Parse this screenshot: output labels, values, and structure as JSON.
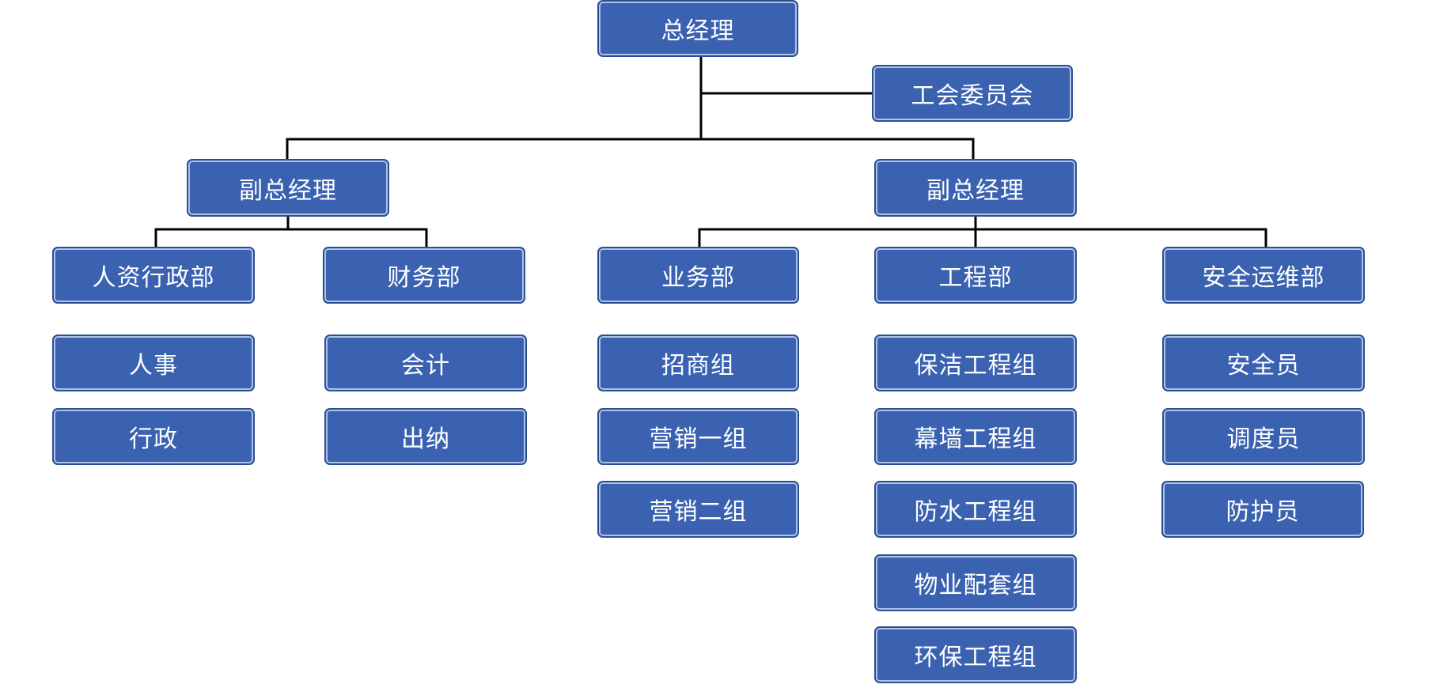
{
  "colors": {
    "node_fill": "#3a62b0",
    "node_border": "#2c4f94",
    "node_inner_border": "#aec3e6",
    "node_text": "#ffffff",
    "connector": "#000000",
    "background": "#ffffff"
  },
  "org_chart": {
    "general_manager": "总经理",
    "union_committee": "工会委员会",
    "deputy_left": {
      "title": "副总经理",
      "departments": [
        {
          "name": "人资行政部",
          "groups": [
            "人事",
            "行政"
          ]
        },
        {
          "name": "财务部",
          "groups": [
            "会计",
            "出纳"
          ]
        }
      ]
    },
    "deputy_right": {
      "title": "副总经理",
      "departments": [
        {
          "name": "业务部",
          "groups": [
            "招商组",
            "营销一组",
            "营销二组"
          ]
        },
        {
          "name": "工程部",
          "groups": [
            "保洁工程组",
            "幕墙工程组",
            "防水工程组",
            "物业配套组",
            "环保工程组"
          ]
        },
        {
          "name": "安全运维部",
          "groups": [
            "安全员",
            "调度员",
            "防护员"
          ]
        }
      ]
    }
  }
}
